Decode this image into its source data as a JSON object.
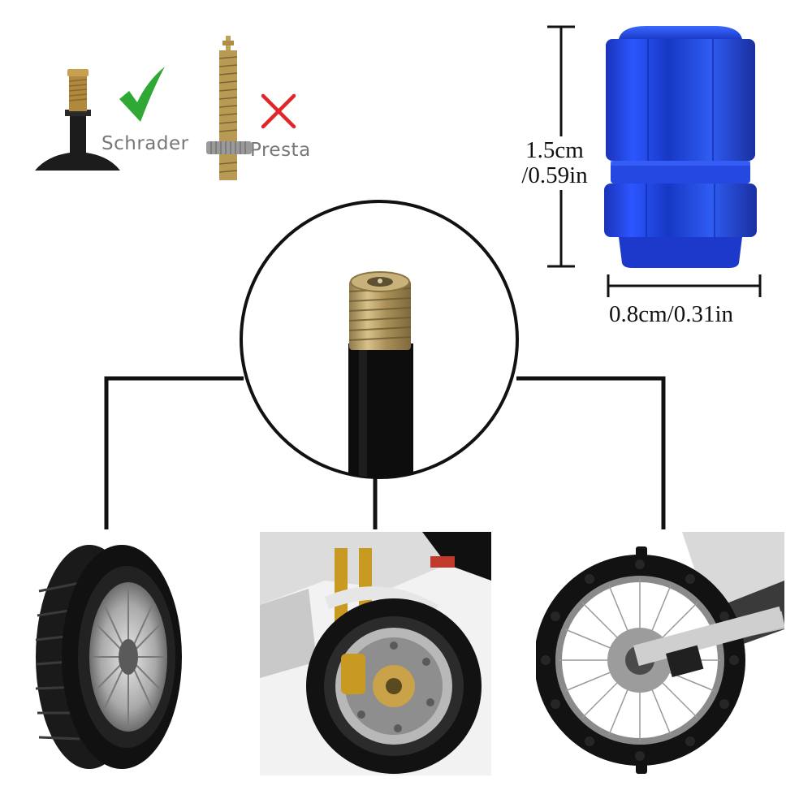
{
  "valve_types": {
    "compatible_label": "Schrader",
    "incompatible_label": "Presta"
  },
  "dimensions": {
    "height_cm": "1.5cm",
    "height_in": "/0.59in",
    "width": "0.8cm/0.31in"
  },
  "colors": {
    "cap": "#1f3fd6",
    "check": "#2fa836",
    "cross": "#e0262a",
    "valve_brass": "#b89a55",
    "valve_stem": "#111111"
  },
  "icons": {
    "compatible": "check-icon",
    "incompatible": "cross-icon"
  }
}
